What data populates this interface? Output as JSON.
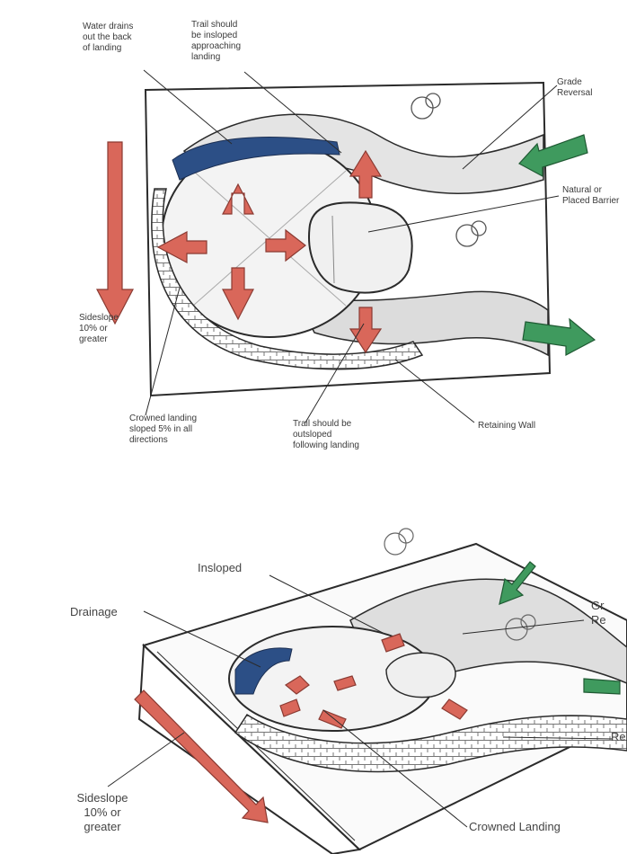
{
  "top": {
    "water_drains": "Water drains\nout the back\nof landing",
    "insloped": "Trail should\nbe insloped\napproaching\nlanding",
    "grade_reversal": "Grade\nReversal",
    "natural_barrier": "Natural or\nPlaced Barrier",
    "sideslope": "Sideslope\n10% or\ngreater",
    "crowned": "Crowned landing\nsloped 5% in all\ndirections",
    "outsloped": "Trail should be\noutsloped\nfollowing landing",
    "retaining_wall": "Retaining Wall"
  },
  "bottom": {
    "insloped": "Insloped",
    "drainage": "Drainage",
    "grade_reversal_partial": "Gr\nRe",
    "retaining_partial": "Re",
    "sideslope": "Sideslope\n10% or\ngreater",
    "crowned": "Crowned Landing"
  },
  "colors": {
    "red": "#d9675a",
    "blue": "#2c4f86",
    "green": "#3f9a5e",
    "line": "#2b2b2b",
    "shade": "#cfcfcf"
  }
}
